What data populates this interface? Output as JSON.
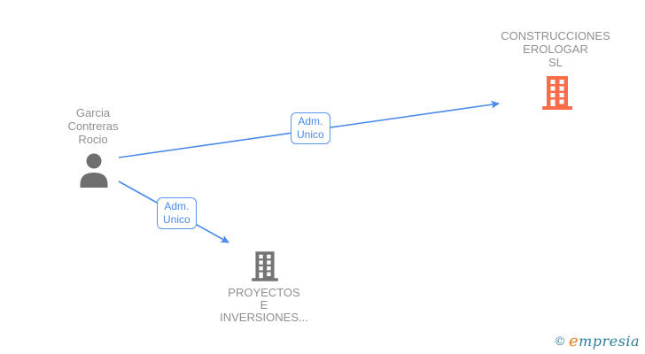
{
  "diagram": {
    "nodes": {
      "company_top": {
        "label": "CONSTRUCCIONES\nEROLOGAR\nSL",
        "type": "company",
        "icon": "building-icon",
        "icon_color": "#fb6d4a"
      },
      "person": {
        "label": "Garcia\nContreras\nRocio",
        "type": "person",
        "icon": "person-icon",
        "icon_color": "#6f6f6f"
      },
      "company_bottom": {
        "label": "PROYECTOS\nE\nINVERSIONES...",
        "type": "company",
        "icon": "building-icon",
        "icon_color": "#757575"
      }
    },
    "edges": [
      {
        "from": "person",
        "to": "company_top",
        "label": "Adm.\nUnico"
      },
      {
        "from": "person",
        "to": "company_bottom",
        "label": "Adm.\nUnico"
      }
    ],
    "colors": {
      "edge_line": "#4a89e8",
      "edge_label_text": "#4a89e8",
      "edge_label_border": "#5b94ea",
      "node_label_text": "#909090",
      "building_top": "#fb6d4a",
      "building_bottom": "#757575",
      "person_icon": "#6f6f6f"
    }
  },
  "watermark": {
    "copyright_symbol": "©",
    "brand_first_letter": "e",
    "brand_rest": "mpresia",
    "brand_color_teal": "#2d7f99",
    "brand_color_orange": "#e97d1d"
  }
}
